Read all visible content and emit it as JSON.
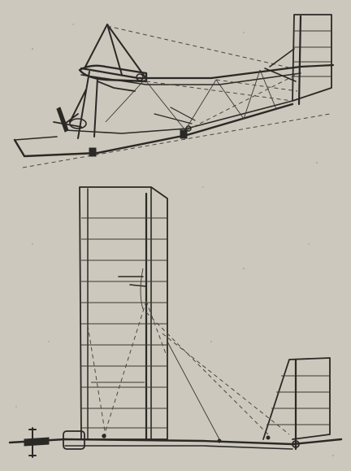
{
  "drawing": {
    "subject": "glider",
    "views": [
      "side-view",
      "plan-view"
    ],
    "colors": {
      "paper": "#ccc8bd",
      "ink": "#2b2926"
    }
  }
}
